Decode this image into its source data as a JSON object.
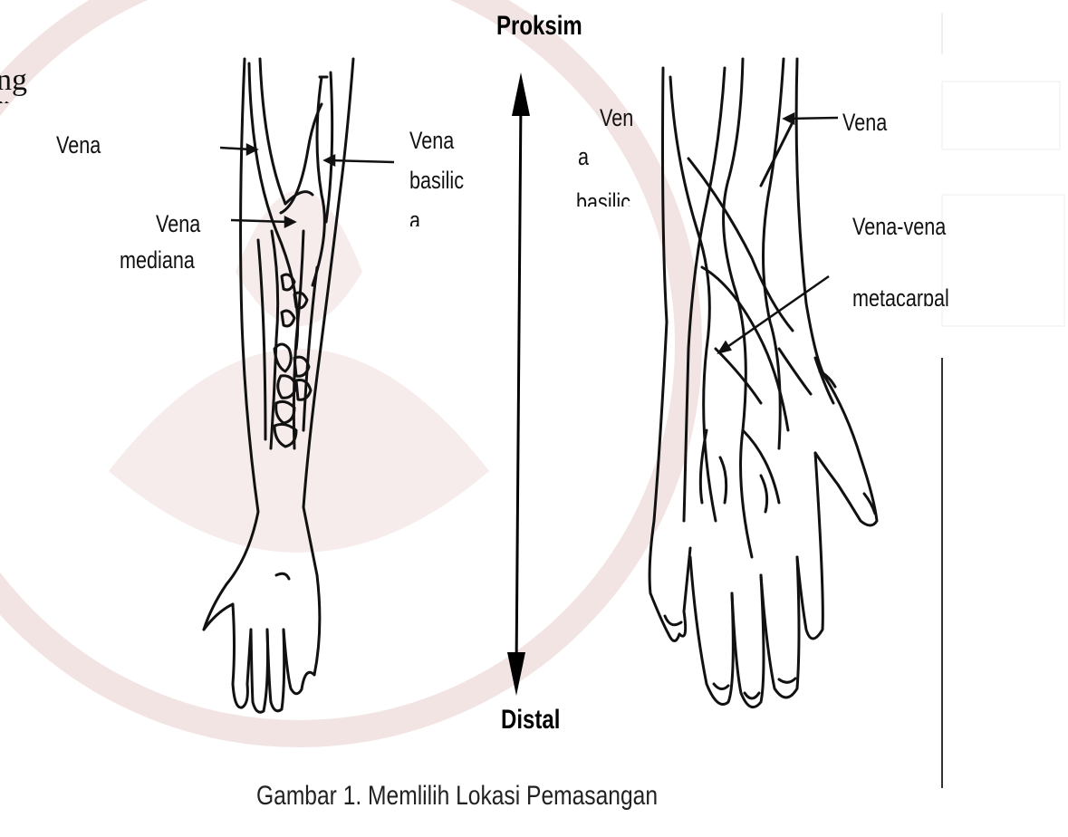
{
  "labels": {
    "proksim": "Proksim",
    "distal": "Distal",
    "left_vena": "Vena",
    "left_vena_basilica_1": "Vena",
    "left_vena_basilica_2": "basilic",
    "left_vena_basilica_3": "a",
    "left_vena_mediana_1": "Vena",
    "left_vena_mediana_2": "mediana",
    "right_vena_basilica_1": "Ven",
    "right_vena_basilica_2": "a",
    "right_vena_basilica_3": "basilic",
    "right_vena_cephalica": "Vena",
    "right_vena_metacarpal_1": "Vena-vena",
    "right_vena_metacarpal_2": "metacarpal",
    "text_fragment_1": "ng",
    "text_fragment_2": "n"
  },
  "caption": "Gambar 1. Memlilih Lokasi Pemasangan",
  "colors": {
    "ink": "#111111",
    "watermark": "#f4e8e8",
    "background": "#ffffff"
  }
}
